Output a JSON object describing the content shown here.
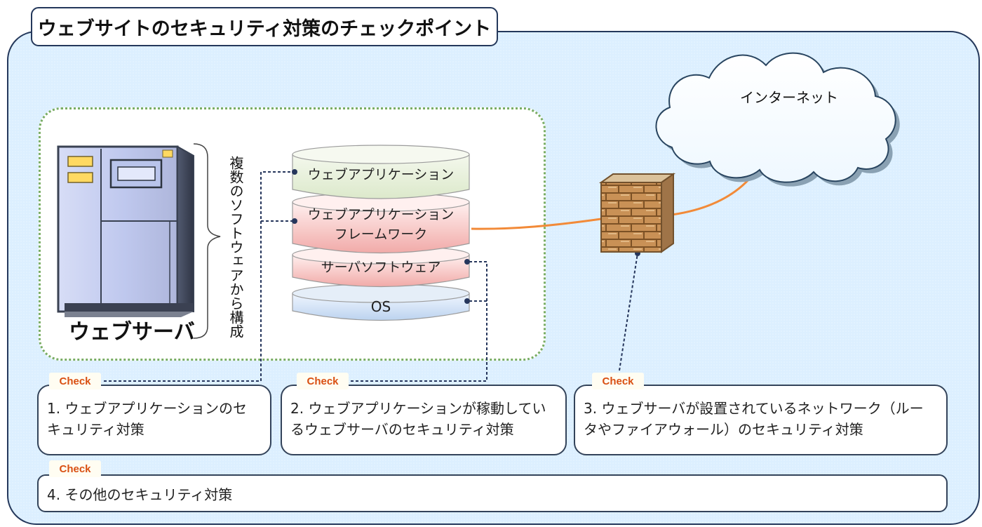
{
  "title": "ウェブサイトのセキュリティ対策のチェックポイント",
  "server": {
    "label": "ウェブサーバ",
    "brace_text": "複数のソフトウェアから構成"
  },
  "software_layers": [
    {
      "label": "ウェブアプリケーション",
      "color": "#e5efd9"
    },
    {
      "label": "ウェブアプリケーション\nフレームワーク",
      "color": "#f6c9c7"
    },
    {
      "label": "サーバソフトウェア",
      "color": "#f6c9c7"
    },
    {
      "label": "OS",
      "color": "#cfe0f4"
    }
  ],
  "internet_label": "インターネット",
  "check_label": "Check",
  "checkpoints": [
    {
      "text": "1. ウェブアプリケーションのセキュリティ対策"
    },
    {
      "text": "2. ウェブアプリケーションが稼動しているウェブサーバのセキュリティ対策"
    },
    {
      "text": "3. ウェブサーバが設置されているネットワーク（ルータやファイアウォール）のセキュリティ対策"
    },
    {
      "text": "4. その他のセキュリティ対策"
    }
  ],
  "colors": {
    "frame": "#24385b",
    "dotted_area": "#79ad64",
    "check_text": "#d94f12",
    "network_line": "#f28a38",
    "firewall": "#c8955a"
  }
}
